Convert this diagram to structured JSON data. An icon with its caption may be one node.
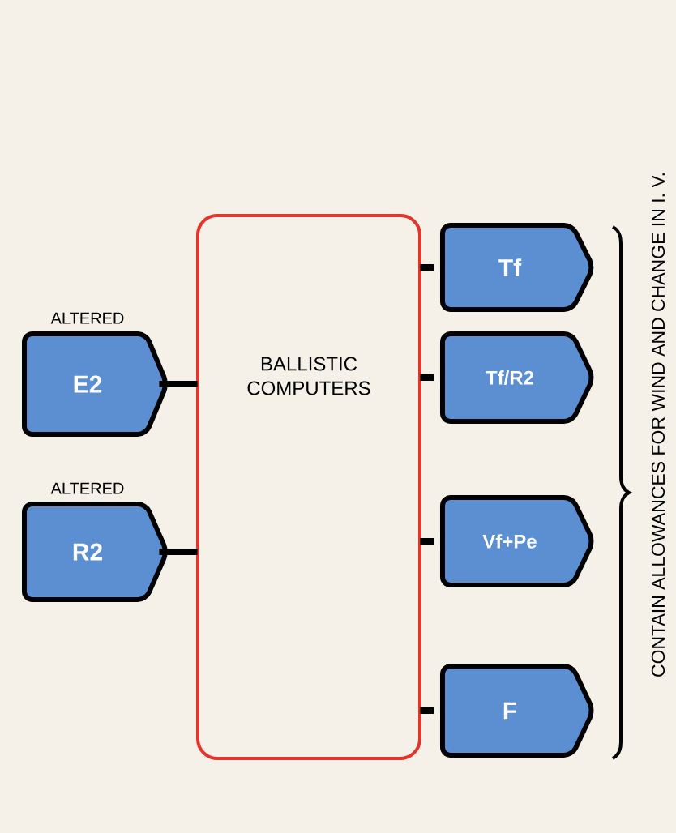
{
  "diagram": {
    "nodes": [
      {
        "text": [
          "ALTERED",
          "E2"
        ]
      },
      {
        "text": [
          "ALTERED",
          "R2"
        ]
      },
      {
        "text": [
          "BALLISTIC COMPUTERS"
        ]
      },
      {
        "text": [
          "Tf"
        ]
      },
      {
        "text": [
          "Tf/R2"
        ]
      },
      {
        "text": [
          "Vf+Pe"
        ]
      },
      {
        "text": [
          "F"
        ]
      }
    ],
    "edges": [
      {
        "from": 0,
        "to": 2,
        "arrow": "none"
      },
      {
        "from": 1,
        "to": 2,
        "arrow": "none"
      },
      {
        "from": 2,
        "to": 3,
        "arrow": "none"
      },
      {
        "from": 2,
        "to": 4,
        "arrow": "none"
      },
      {
        "from": 2,
        "to": 5,
        "arrow": "none"
      },
      {
        "from": 2,
        "to": 6,
        "arrow": "none"
      }
    ],
    "labels": [
      "CONTAIN ALLOWANCES FOR WIND AND CHANGE IN I. V."
    ]
  }
}
